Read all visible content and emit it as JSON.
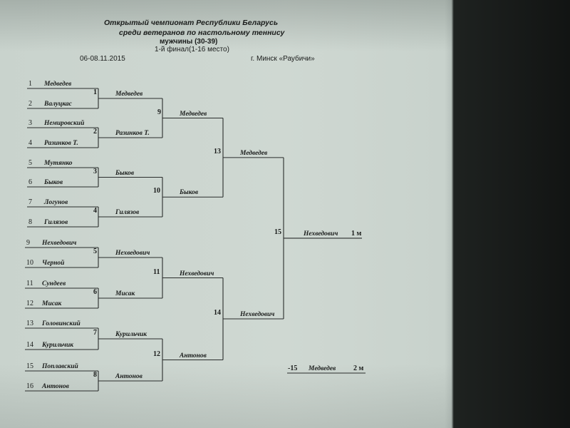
{
  "header": {
    "title_line1": "Открытый чемпионат Республики Беларусь",
    "title_line2": "среди ветеранов по настольному теннису",
    "category": "мужчины (30-39)",
    "stage": "1-й финал(1-16 место)",
    "dates": "06-08.11.2015",
    "venue": "г. Минск «Раубичи»"
  },
  "players": [
    {
      "seed": "1",
      "name": "Медведев"
    },
    {
      "seed": "2",
      "name": "Валуцкас"
    },
    {
      "seed": "3",
      "name": "Немировский"
    },
    {
      "seed": "4",
      "name": "Разинков Т."
    },
    {
      "seed": "5",
      "name": "Мутянко"
    },
    {
      "seed": "6",
      "name": "Быков"
    },
    {
      "seed": "7",
      "name": "Логунов"
    },
    {
      "seed": "8",
      "name": "Гилязов"
    },
    {
      "seed": "9",
      "name": "Нехведович"
    },
    {
      "seed": "10",
      "name": "Черной"
    },
    {
      "seed": "11",
      "name": "Сундеев"
    },
    {
      "seed": "12",
      "name": "Мисак"
    },
    {
      "seed": "13",
      "name": "Головинский"
    },
    {
      "seed": "14",
      "name": "Курильчик"
    },
    {
      "seed": "15",
      "name": "Поплавский"
    },
    {
      "seed": "16",
      "name": "Антонов"
    }
  ],
  "rounds": [
    [
      {
        "match": "1",
        "winner": "Медведев"
      },
      {
        "match": "2",
        "winner": "Разинков Т."
      },
      {
        "match": "3",
        "winner": "Быков"
      },
      {
        "match": "4",
        "winner": "Гилязов"
      },
      {
        "match": "5",
        "winner": "Нехведович"
      },
      {
        "match": "6",
        "winner": "Мисак"
      },
      {
        "match": "7",
        "winner": "Курильчик"
      },
      {
        "match": "8",
        "winner": "Антонов"
      }
    ],
    [
      {
        "match": "9",
        "winner": "Медведев"
      },
      {
        "match": "10",
        "winner": "Быков"
      },
      {
        "match": "11",
        "winner": "Нехведович"
      },
      {
        "match": "12",
        "winner": "Антонов"
      }
    ],
    [
      {
        "match": "13",
        "winner": "Медведев"
      },
      {
        "match": "14",
        "winner": "Нехведович"
      }
    ],
    [
      {
        "match": "15",
        "winner": "Нехведович",
        "place": "1 м"
      }
    ]
  ],
  "runner_up": {
    "match": "-15",
    "name": "Медведев",
    "place": "2 м"
  }
}
